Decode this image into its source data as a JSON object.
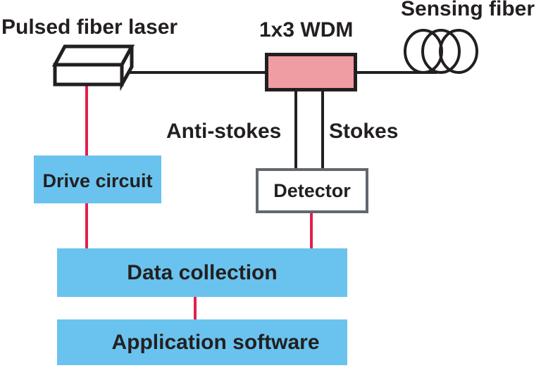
{
  "nodes": {
    "laser": {
      "label": "Pulsed fiber laser"
    },
    "wdm": {
      "label": "1x3 WDM"
    },
    "sensing_fiber": {
      "label": "Sensing fiber"
    },
    "detector": {
      "label": "Detector"
    },
    "drive_circuit": {
      "label": "Drive circuit"
    },
    "data_collection": {
      "label": "Data collection"
    },
    "application_software": {
      "label": "Application software"
    }
  },
  "signals": {
    "anti_stokes": {
      "label": "Anti-stokes"
    },
    "stokes": {
      "label": "Stokes"
    }
  },
  "colors": {
    "module_blue": "#69C3EE",
    "wdm_pink": "#F09CA3",
    "electrical_red": "#E2204E",
    "fiber_black": "#231F20",
    "detector_border_gray": "#60676D",
    "background": "#FFFFFF"
  }
}
